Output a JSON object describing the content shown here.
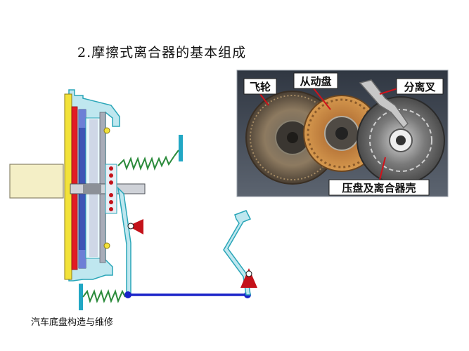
{
  "slide": {
    "title": "2.摩擦式离合器的基本组成",
    "footer": "汽车底盘构造与维修"
  },
  "photo": {
    "labels": {
      "flywheel": "飞轮",
      "driven_disc": "从动盘",
      "release_fork": "分离叉",
      "pressure_plate_cover": "压盘及离合器壳"
    }
  },
  "colors": {
    "housing": "#bfe7ef",
    "housing_stroke": "#2aa6b8",
    "flywheel": "#f2e23a",
    "friction": "#e21c24",
    "pressure": "#3f55b5",
    "shaft": "#f4efc6",
    "linkage": "#1a23c9",
    "pivot": "#c4121a",
    "spring": "#2a8a3a",
    "stop": "#21a7c4"
  }
}
